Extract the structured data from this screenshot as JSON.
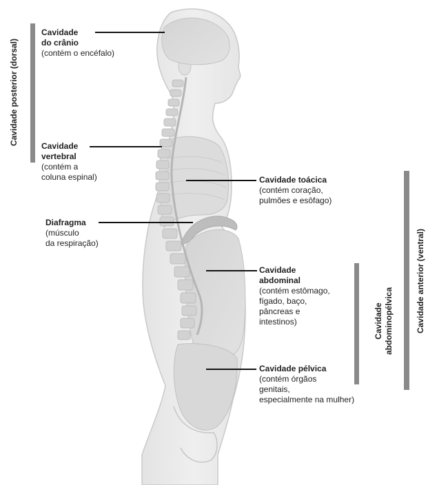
{
  "labels": {
    "cranial": {
      "title": "Cavidade\ndo crânio",
      "desc": "(contém o encéfalo)"
    },
    "vertebral": {
      "title": "Cavidade\nvertebral",
      "desc": "(contém a\ncoluna espinal)"
    },
    "diaphragm": {
      "title": "Diafragma",
      "desc": "(músculo\nda respiração)"
    },
    "thoracic": {
      "title": "Cavidade toácica",
      "desc": "(contém coração,\npulmões e esôfago)"
    },
    "abdominal": {
      "title": "Cavidade\nabdominal",
      "desc": "(contém estômago,\nfígado, baço,\npâncreas e\nintestinos)"
    },
    "pelvic": {
      "title": "Cavidade pélvica",
      "desc": "(contém órgãos\ngenitais,\nespecialmente na mulher)"
    }
  },
  "groups": {
    "posterior": "Cavidade posterior (dorsal)",
    "anterior": "Cavidade anterior (ventral)",
    "abdominopelvic_line1": "Cavidade",
    "abdominopelvic_line2": "abdominopélvica"
  },
  "colors": {
    "body_fill": "#ececec",
    "body_stroke": "#c9c9c9",
    "bar": "#8a8a8a",
    "leader": "#111111"
  }
}
